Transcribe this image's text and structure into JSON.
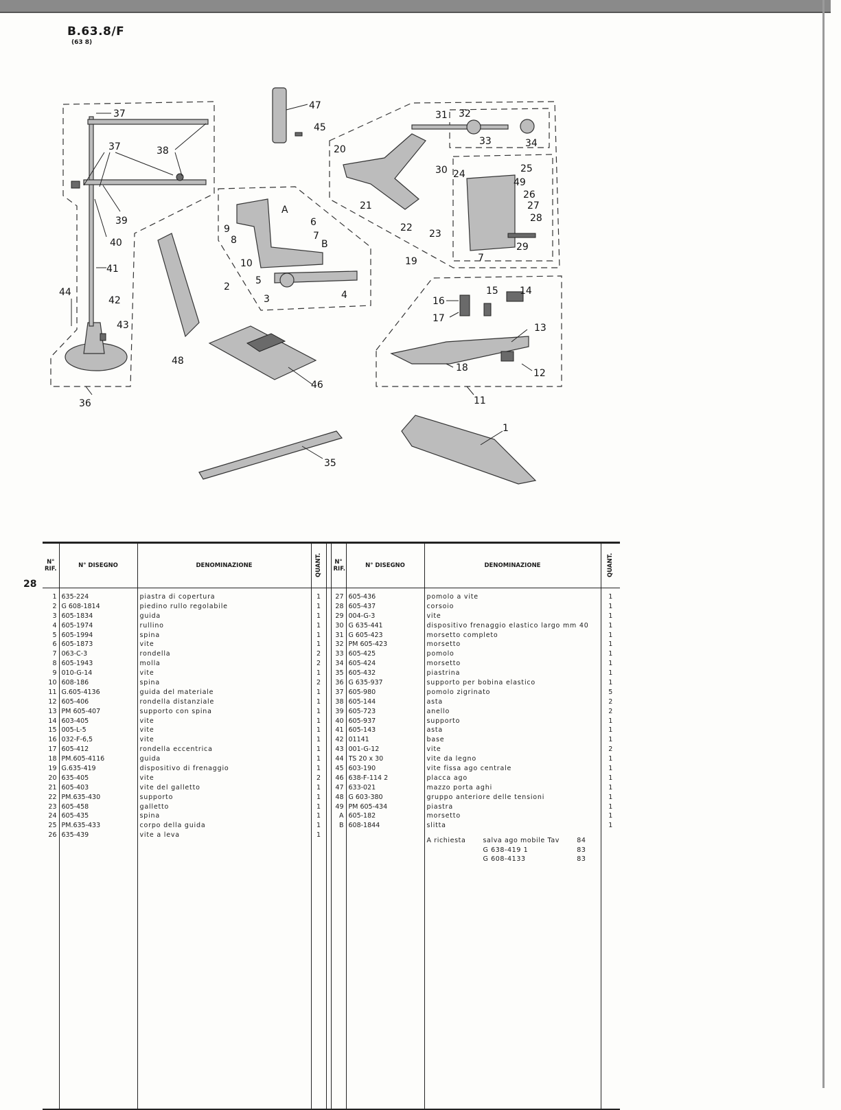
{
  "header": {
    "code": "B.63.8/F",
    "subcode": "(63 8)"
  },
  "page_number": "28",
  "callouts": [
    "37",
    "37",
    "38",
    "39",
    "40",
    "41",
    "42",
    "43",
    "44",
    "36",
    "47",
    "45",
    "31",
    "32",
    "33",
    "34",
    "20",
    "30",
    "24",
    "25",
    "49",
    "26",
    "27",
    "28",
    "29",
    "7",
    "21",
    "22",
    "23",
    "19",
    "A",
    "9",
    "8",
    "6",
    "7",
    "B",
    "10",
    "5",
    "3",
    "4",
    "2",
    "48",
    "46",
    "16",
    "15",
    "14",
    "17",
    "13",
    "18",
    "12",
    "11",
    "35",
    "1"
  ],
  "table": {
    "headers": {
      "ref": "N° RIF.",
      "drawing": "N° DISEGNO",
      "name": "DENOMINAZIONE",
      "qty": "QUANT."
    },
    "left": {
      "ref": [
        "1",
        "2",
        "3",
        "4",
        "5",
        "6",
        "7",
        "8",
        "9",
        "10",
        "11",
        "12",
        "13",
        "14",
        "15",
        "16",
        "17",
        "18",
        "19",
        "20",
        "21",
        "22",
        "23",
        "24",
        "25",
        "26"
      ],
      "drawing": [
        "635-224",
        "G 608-1814",
        "605-1834",
        "605-1974",
        "605-1994",
        "605-1873",
        "063-C-3",
        "605-1943",
        "010-G-14",
        "608-186",
        "G.605-4136",
        "605-406",
        "PM 605-407",
        "603-405",
        "005-L-5",
        "032-F-6,5",
        "605-412",
        "PM.605-4116",
        "G.635-419",
        "635-405",
        "605-403",
        "PM.635-430",
        "605-458",
        "605-435",
        "PM.635-433",
        "635-439"
      ],
      "name": [
        "piastra di copertura",
        "piedino rullo regolabile",
        "guida",
        "rullino",
        "spina",
        "vite",
        "rondella",
        "molla",
        "vite",
        "spina",
        "guida del materiale",
        "rondella distanziale",
        "supporto con spina",
        "vite",
        "vite",
        "vite",
        "rondella eccentrica",
        "guida",
        "dispositivo di frenaggio",
        "vite",
        "vite del galletto",
        "supporto",
        "galletto",
        "spina",
        "corpo della guida",
        "vite a leva"
      ],
      "qty": [
        "1",
        "1",
        "1",
        "1",
        "1",
        "1",
        "2",
        "2",
        "1",
        "2",
        "1",
        "1",
        "1",
        "1",
        "1",
        "1",
        "1",
        "1",
        "1",
        "2",
        "1",
        "1",
        "1",
        "1",
        "1",
        "1"
      ]
    },
    "right": {
      "ref": [
        "27",
        "28",
        "29",
        "30",
        "31",
        "32",
        "33",
        "34",
        "35",
        "36",
        "37",
        "38",
        "39",
        "40",
        "41",
        "42",
        "43",
        "44",
        "45",
        "46",
        "47",
        "48",
        "49",
        "A",
        "B"
      ],
      "drawing": [
        "605-436",
        "605-437",
        "004-G-3",
        "G 635-441",
        "G 605-423",
        "PM 605-423",
        "605-425",
        "605-424",
        "605-432",
        "G 635-937",
        "605-980",
        "605-144",
        "605-723",
        "605-937",
        "605-143",
        "01141",
        "001-G-12",
        "TS 20 x 30",
        "603-190",
        "638-F-114 2",
        "633-021",
        "G 603-380",
        "PM 605-434",
        "605-182",
        "608-1844"
      ],
      "name": [
        "pomolo a vite",
        "corsoio",
        "vite",
        "dispositivo frenaggio elastico largo mm 40",
        "morsetto completo",
        "morsetto",
        "pomolo",
        "morsetto",
        "piastrina",
        "supporto per bobina elastico",
        "pomolo zigrinato",
        "asta",
        "anello",
        "supporto",
        "asta",
        "base",
        "vite",
        "vite da legno",
        "vite fissa ago centrale",
        "placca ago",
        "mazzo porta aghi",
        "gruppo anteriore delle tensioni",
        "piastra",
        "morsetto",
        "slitta"
      ],
      "qty": [
        "1",
        "1",
        "1",
        "1",
        "1",
        "1",
        "1",
        "1",
        "1",
        "1",
        "5",
        "2",
        "2",
        "1",
        "1",
        "1",
        "2",
        "1",
        "1",
        "1",
        "1",
        "1",
        "1",
        "1",
        "1"
      ]
    },
    "note": {
      "lead": "A richiesta",
      "rows": [
        {
          "text": "salva ago mobile Tav",
          "page": "84"
        },
        {
          "text": "G 638-419 1",
          "page": "83"
        },
        {
          "text": "G 608-4133",
          "page": "83"
        }
      ]
    }
  }
}
